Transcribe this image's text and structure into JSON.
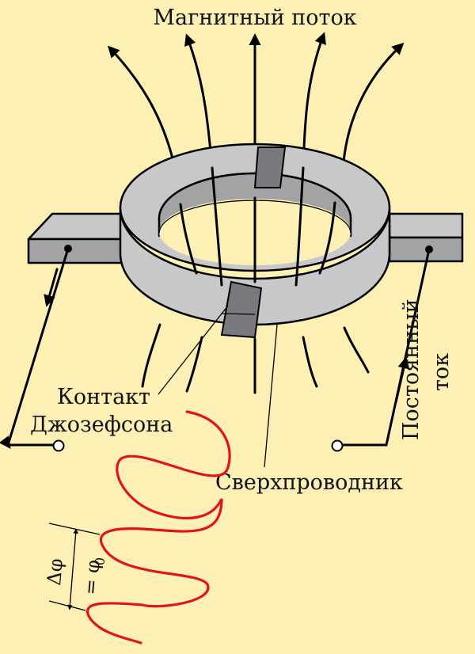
{
  "labels": {
    "magnetic_flux": "Магнитный поток",
    "contact_line1": "Контакт",
    "contact_line2": "Джозефсона",
    "superconductor": "Сверхпроводник",
    "dc_line1": "Постоянный",
    "dc_line2": "ток",
    "delta_phi": "Δφ",
    "phi0": "= φ",
    "phi0_sub": "0"
  },
  "colors": {
    "background": "#FDF0B4",
    "superconductor_fill": "#C8C8CA",
    "superconductor_inner": "#A3A3A6",
    "junction_fill": "#7A7A7E",
    "wave": "#E0141B",
    "lines": "#000000"
  }
}
